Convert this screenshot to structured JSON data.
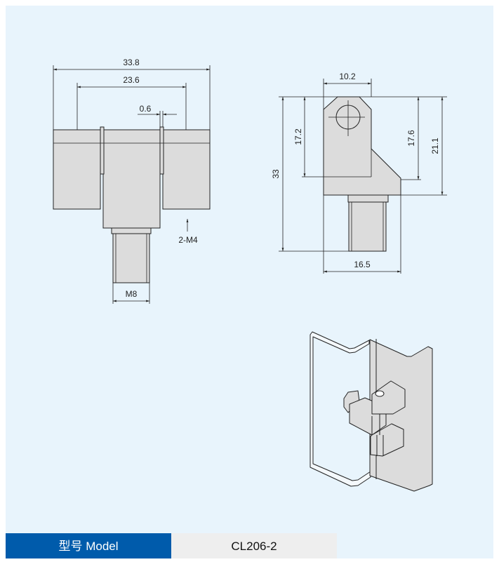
{
  "front_view": {
    "overall_width": "33.8",
    "hole_spacing": "23.6",
    "gap": "0.6",
    "mounting_thread": "2-M4",
    "stud_thread": "M8"
  },
  "side_view": {
    "top_width": "10.2",
    "overall_height": "33",
    "upper_height": "17.2",
    "chamfer_height": "17.6",
    "body_height": "21.1",
    "base_width": "16.5"
  },
  "model": {
    "label": "型号 Model",
    "value": "CL206-2"
  },
  "colors": {
    "background": "#e8f4fc",
    "header": "#005bab",
    "value_cell": "#eeeeee",
    "part": "#dcdcdc"
  }
}
